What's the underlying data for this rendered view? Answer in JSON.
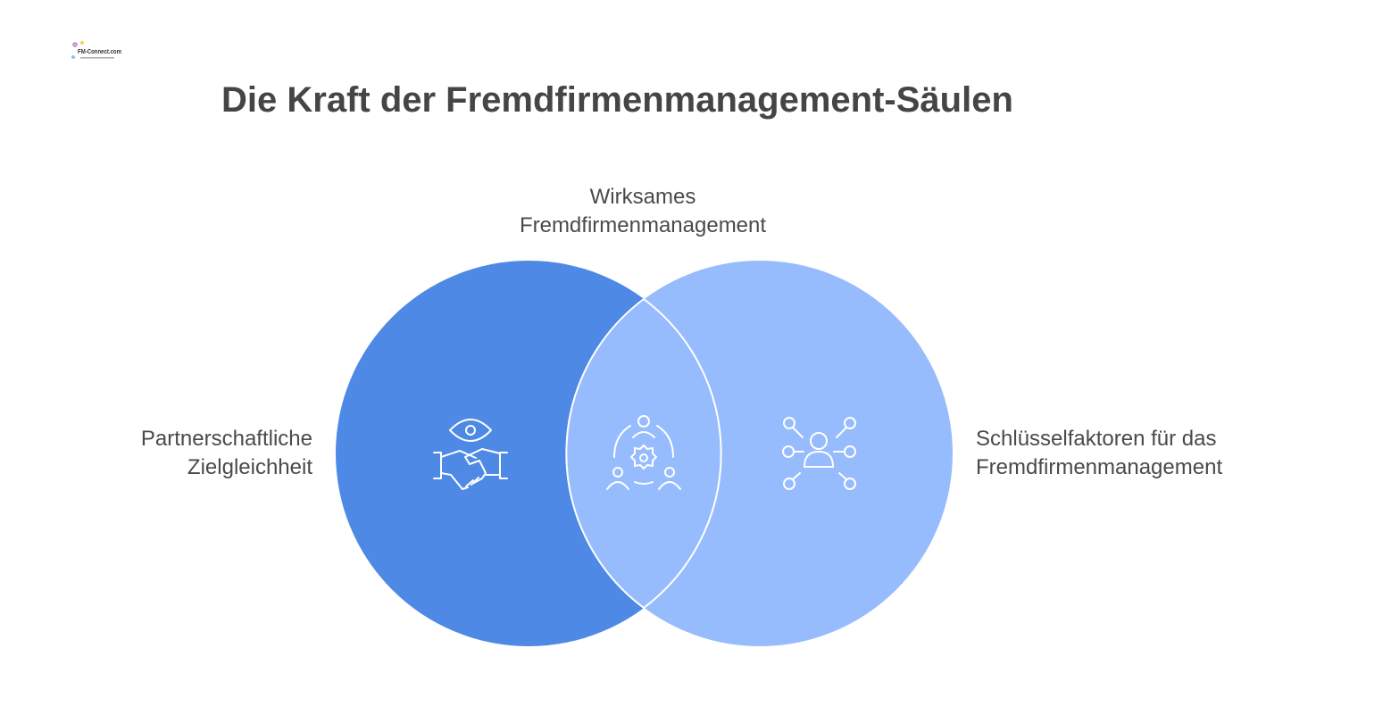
{
  "logo": {
    "text": "FM-Connect.com"
  },
  "title": "Die Kraft der Fremdfirmenmanagement-Säulen",
  "labels": {
    "top": [
      "Wirksames",
      "Fremdfirmenmanagement"
    ],
    "left": [
      "Partnerschaftliche",
      "Zielgleichheit"
    ],
    "right": [
      "Schlüsselfaktoren für das",
      "Fremdfirmenmanagement"
    ]
  },
  "colors": {
    "left_circle": "#4e89e5",
    "right_circle": "#97bcfd",
    "intersection": "#97bcfd",
    "icon": "#ffffff"
  },
  "icons": {
    "left": "handshake-eye-icon",
    "center": "team-gear-icon",
    "right": "network-person-icon"
  }
}
